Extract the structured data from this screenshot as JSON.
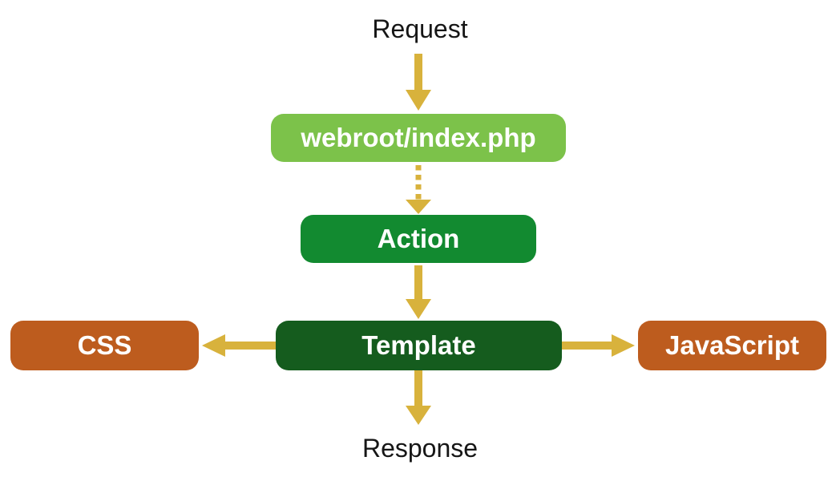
{
  "diagram": {
    "nodes": [
      {
        "id": "request",
        "label": "Request",
        "type": "text",
        "text_color": "#161616"
      },
      {
        "id": "webroot",
        "label": "webroot/index.php",
        "type": "box",
        "color": "#7cc24a",
        "text_color": "#ffffff"
      },
      {
        "id": "action",
        "label": "Action",
        "type": "box",
        "color": "#128a30",
        "text_color": "#ffffff"
      },
      {
        "id": "template",
        "label": "Template",
        "type": "box",
        "color": "#155c1e",
        "text_color": "#ffffff"
      },
      {
        "id": "css",
        "label": "CSS",
        "type": "box",
        "color": "#bd5c1e",
        "text_color": "#ffffff"
      },
      {
        "id": "javascript",
        "label": "JavaScript",
        "type": "box",
        "color": "#bd5c1e",
        "text_color": "#ffffff"
      },
      {
        "id": "response",
        "label": "Response",
        "type": "text",
        "text_color": "#161616"
      }
    ],
    "edges": [
      {
        "from": "request",
        "to": "webroot",
        "style": "solid",
        "direction": "down"
      },
      {
        "from": "webroot",
        "to": "action",
        "style": "dotted",
        "direction": "down"
      },
      {
        "from": "action",
        "to": "template",
        "style": "solid",
        "direction": "down"
      },
      {
        "from": "template",
        "to": "css",
        "style": "solid",
        "direction": "left"
      },
      {
        "from": "template",
        "to": "javascript",
        "style": "solid",
        "direction": "right"
      },
      {
        "from": "template",
        "to": "response",
        "style": "solid",
        "direction": "down"
      }
    ],
    "colors": {
      "arrow": "#d8b23c",
      "light_green": "#7cc24a",
      "medium_green": "#128a30",
      "dark_green": "#155c1e",
      "orange": "#bd5c1e",
      "label_text": "#161616",
      "box_text": "#ffffff",
      "background": "#ffffff"
    }
  }
}
